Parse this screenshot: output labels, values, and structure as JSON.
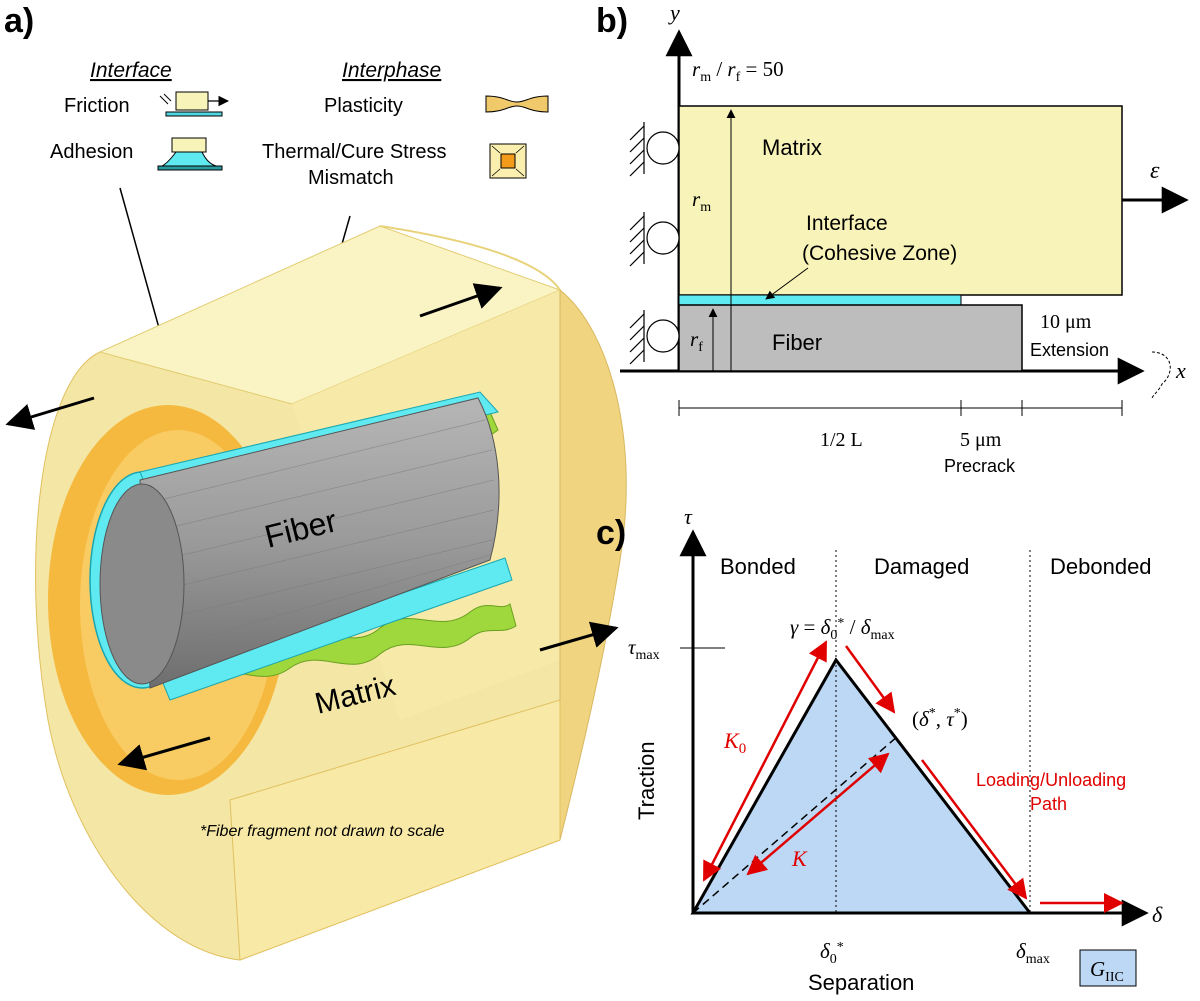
{
  "colors": {
    "matrix": "#f8f3b8",
    "matrix_dark": "#efd37a",
    "interface": "#5fe9f0",
    "fiber": "#8d8d8d",
    "interphase": "#9fd83c",
    "cz_fill": "#b8d8f2",
    "arrow_red": "#e00000"
  },
  "panel_a": {
    "label": "a)",
    "interface_heading": "Interface",
    "interphase_heading": "Interphase",
    "friction": "Friction",
    "adhesion": "Adhesion",
    "plasticity": "Plasticity",
    "thermal_line1": "Thermal/Cure Stress",
    "thermal_line2": "Mismatch",
    "fiber_label": "Fiber",
    "matrix_label": "Matrix",
    "note": "*Fiber fragment not drawn to scale"
  },
  "panel_b": {
    "label": "b)",
    "y_axis": "y",
    "x_axis": "x",
    "ratio_label": "r_m / r_f = 50",
    "matrix": "Matrix",
    "strain": "ε",
    "r_m": "r_m",
    "interface_line1": "Interface",
    "interface_line2": "(Cohesive Zone)",
    "fiber": "Fiber",
    "r_f": "r_f",
    "extension_value": "10 μm",
    "extension_label": "Extension",
    "half_length": "1/2 L",
    "precrack_value": "5 μm",
    "precrack_label": "Precrack"
  },
  "panel_c": {
    "label": "c)",
    "tau_axis": "τ",
    "delta_axis": "δ",
    "regions": [
      "Bonded",
      "Damaged",
      "Debonded"
    ],
    "gamma_eq": "γ = δ0* / δmax",
    "tau_max": "τmax",
    "point_label": "(δ*, τ*)",
    "k0": "K0",
    "k": "K",
    "path_line1": "Loading/Unloading",
    "path_line2": "Path",
    "ylabel": "Traction",
    "xlabel": "Separation",
    "delta0": "δ0*",
    "delta_max": "δmax",
    "gic": "GIIC"
  }
}
